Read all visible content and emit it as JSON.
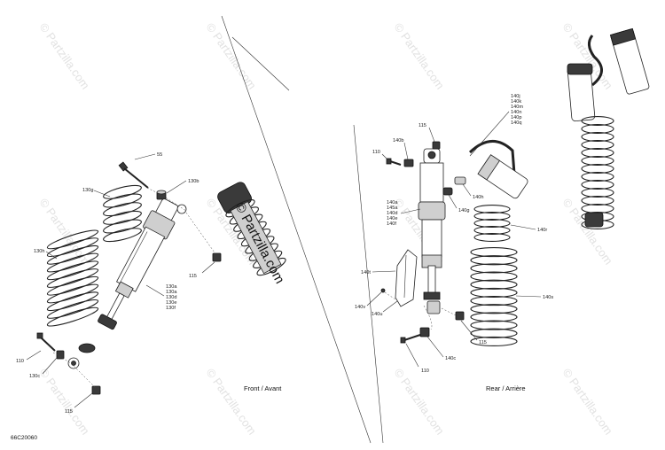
{
  "diagram": {
    "drawing_code": "66C20060",
    "watermark_text": "© Partzilla.com",
    "front_section": {
      "caption": "Front / Avant",
      "callouts": {
        "c55": "55",
        "c130b": "130b",
        "c130g": "130g",
        "c130h": "130h",
        "c115a": "115",
        "c130group": [
          "130a",
          "130a",
          "130d",
          "130e",
          "130f"
        ],
        "c110": "110",
        "c130c": "130c",
        "c115b": "115"
      }
    },
    "rear_section": {
      "caption": "Rear / Arrière",
      "callouts": {
        "c140group_top": [
          "140j",
          "140k",
          "140m",
          "140n",
          "140p",
          "140q"
        ],
        "c115a": "115",
        "c140b": "140b",
        "c110a": "110",
        "c140h": "140h",
        "c140g": "140g",
        "c140group_mid": [
          "140a",
          "145a",
          "140d",
          "140e",
          "140f"
        ],
        "c140r": "140r",
        "c140t": "140t",
        "c140s": "140s",
        "c140v": "140v",
        "c140u": "140u",
        "c115b": "115",
        "c140c": "140c",
        "c110b": "110"
      }
    }
  }
}
